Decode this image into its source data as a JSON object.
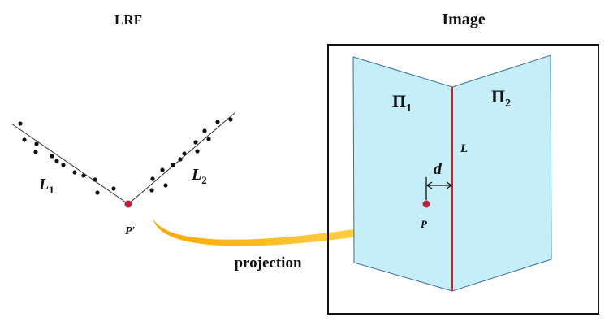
{
  "titles": {
    "left": "LRF",
    "right": "Image"
  },
  "lrf": {
    "line1": {
      "name": "L",
      "sub": "1"
    },
    "line2": {
      "name": "L",
      "sub": "2"
    },
    "corner_point": "P′"
  },
  "arrow_label": "projection",
  "image_panel": {
    "plane1": {
      "name": "Π",
      "sub": "1"
    },
    "plane2": {
      "name": "Π",
      "sub": "2"
    },
    "edge_line": "L",
    "distance": "d",
    "point": "P"
  },
  "colors": {
    "plane_fill": "#c6eef8",
    "plane_stroke": "#3b6f9a",
    "edge_line": "#e01b1b",
    "point": "#c0213a",
    "arrow": "#f2b400",
    "ink": "#111111"
  }
}
